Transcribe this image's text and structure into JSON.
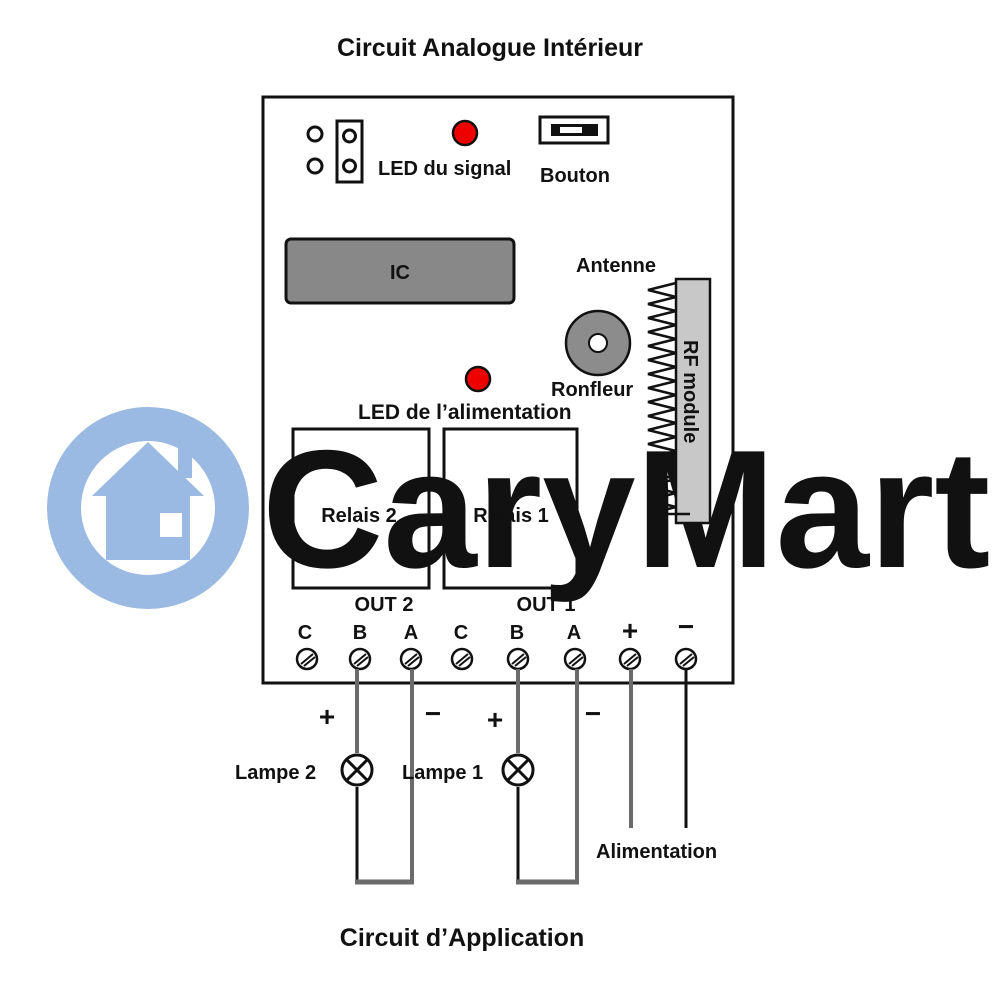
{
  "colors": {
    "watermark": "#9ab9e3",
    "board_outline": "#111111",
    "ic_fill": "#888888",
    "led_red": "#ee0000",
    "buzzer_fill": "#8c8c8c",
    "rf_module_fill": "#c8c8c8",
    "wire_gray": "#6b6b6b",
    "wire_black": "#111111"
  },
  "icons": {
    "watermark_logo": "house-icon",
    "led": "red-circle",
    "lamp": "circle-x-lamp",
    "terminal": "slotted-screw",
    "antenna": "zigzag-coil"
  },
  "titles": {
    "top": "Circuit Analogue Intérieur",
    "bottom": "Circuit d’Application"
  },
  "watermark": {
    "text": "CaryMart"
  },
  "board": {
    "signal_led_label": "LED du signal",
    "button_label": "Bouton",
    "ic_label": "IC",
    "antenna_label": "Antenne",
    "buzzer_label": "Ronfleur",
    "rf_module_label": "RF module",
    "power_led_label": "LED de l’alimentation",
    "relays": [
      {
        "label": "Relais 2"
      },
      {
        "label": "Relais 1"
      }
    ],
    "outputs": [
      {
        "label": "OUT 2"
      },
      {
        "label": "OUT 1"
      }
    ],
    "terminals": [
      "C",
      "B",
      "A",
      "C",
      "B",
      "A",
      "+",
      "−"
    ]
  },
  "application": {
    "lamps": [
      {
        "label": "Lampe 2"
      },
      {
        "label": "Lampe 1"
      }
    ],
    "polarity": {
      "plus": "+",
      "minus": "−"
    },
    "power_label": "Alimentation"
  }
}
